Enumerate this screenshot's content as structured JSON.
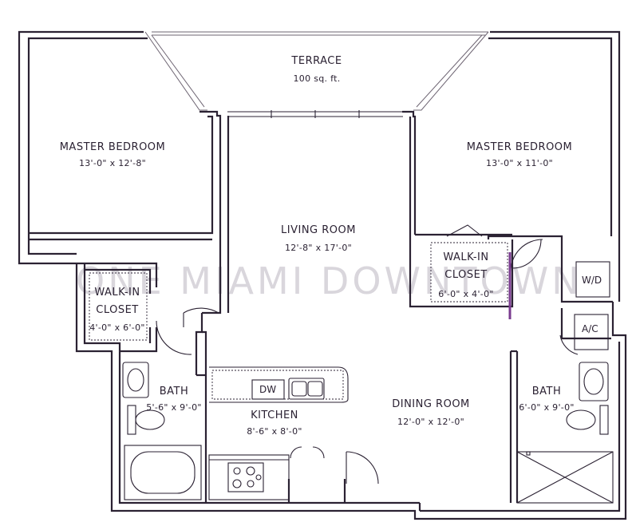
{
  "watermark": "ONE MIAMI DOWNTOWN",
  "rooms": {
    "terrace": {
      "name": "TERRACE",
      "size": "100 sq. ft."
    },
    "master_left": {
      "name": "MASTER BEDROOM",
      "size": "13'-0\" x 12'-8\""
    },
    "master_right": {
      "name": "MASTER BEDROOM",
      "size": "13'-0\" x 11'-0\""
    },
    "living": {
      "name": "LIVING ROOM",
      "size": "12'-8\" x 17'-0\""
    },
    "closet_left": {
      "name_line1": "WALK-IN",
      "name_line2": "CLOSET",
      "size": "4'-0\" x 6'-0\""
    },
    "closet_right": {
      "name_line1": "WALK-IN",
      "name_line2": "CLOSET",
      "size": "6'-0\" x 4'-0\""
    },
    "bath_left": {
      "name": "BATH",
      "size": "5'-6\" x 9'-0\""
    },
    "bath_right": {
      "name": "BATH",
      "size": "6'-0\" x 9'-0\""
    },
    "kitchen": {
      "name": "KITCHEN",
      "size": "8'-6\" x 8'-0\""
    },
    "dining": {
      "name": "DINING ROOM",
      "size": "12'-0\" x 12'-0\""
    }
  },
  "fixtures": {
    "dishwasher": "DW",
    "washer_dryer": "W/D",
    "air_conditioner": "A/C"
  },
  "colors": {
    "wall": "#2b2233",
    "accent": "#7a3b8f",
    "watermark": "#d9d6dc"
  }
}
